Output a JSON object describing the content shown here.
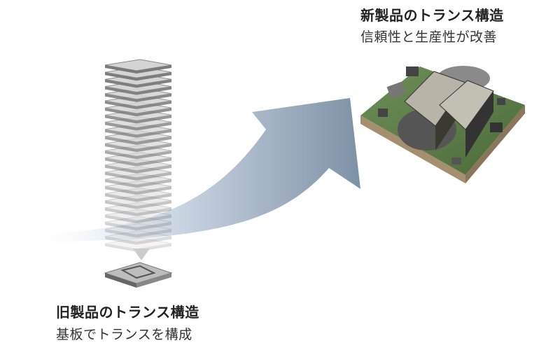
{
  "new_product": {
    "title": "新製品のトランス構造",
    "subtitle": "信頼性と生産性が改善"
  },
  "old_product": {
    "title": "旧製品のトランス構造",
    "subtitle": "基板でトランスを構成"
  },
  "colors": {
    "arrow_start": "#ffffff",
    "arrow_end": "#7f93a8",
    "pcb_green": "#5c7d4a",
    "layer_gray": "#9a9a9a"
  },
  "layer_count": 26
}
